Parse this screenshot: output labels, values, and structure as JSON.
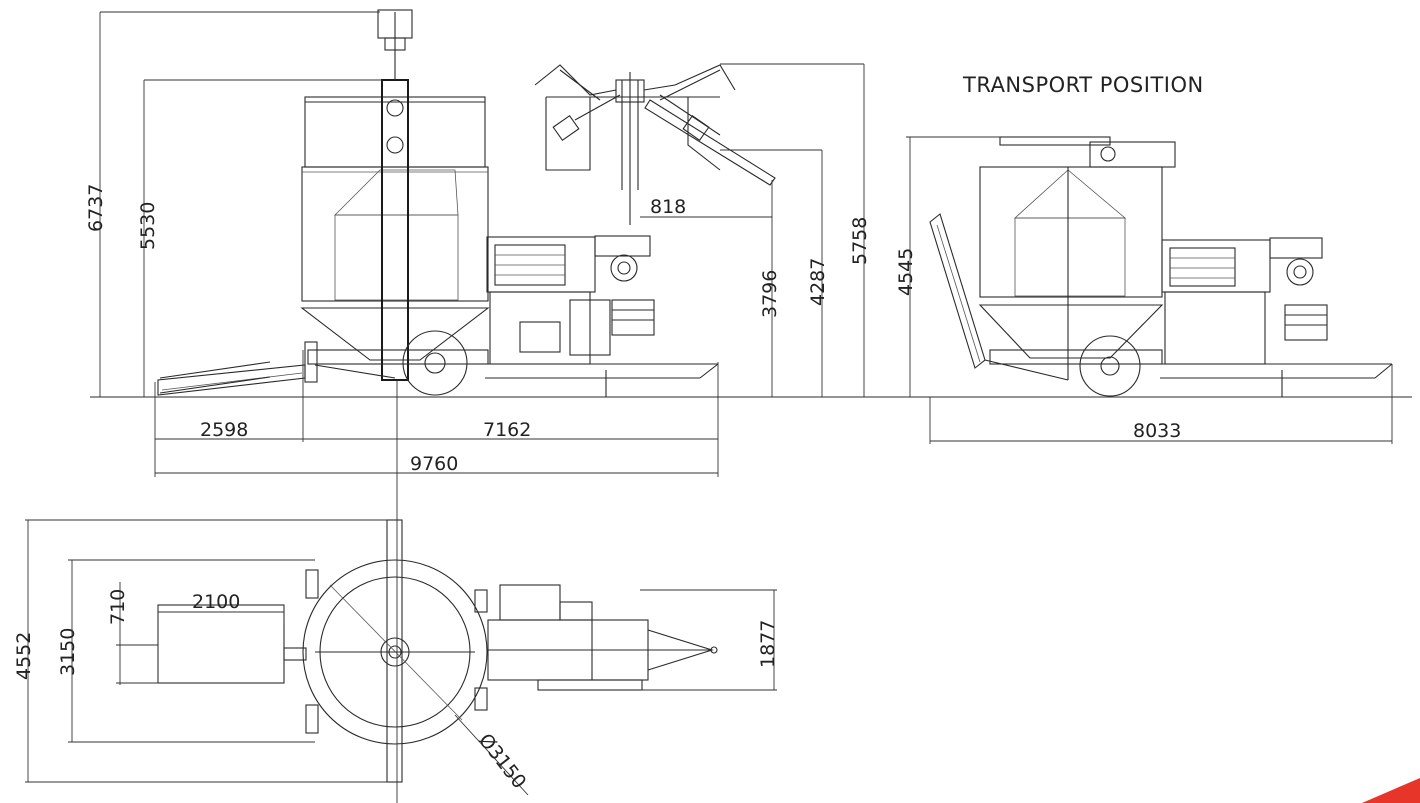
{
  "title": "TRANSPORT POSITION",
  "side_view": {
    "heights": {
      "total": "6737",
      "hopper": "5530"
    },
    "lengths": {
      "conveyor": "2598",
      "body": "7162",
      "overall": "9760"
    }
  },
  "raised_arm_view": {
    "reach": "818",
    "heights": {
      "a": "3796",
      "b": "4287",
      "c": "5758"
    }
  },
  "transport_view": {
    "height": "4545",
    "length": "8033"
  },
  "top_view": {
    "overall_width": "4552",
    "inner_width": "3150",
    "hopper_length": "2100",
    "hopper_offset": "710",
    "drawbar_width": "1877",
    "diameter": "Ø3150"
  },
  "colors": {
    "line": "#2a2a2a",
    "accent": "#e8352a"
  }
}
